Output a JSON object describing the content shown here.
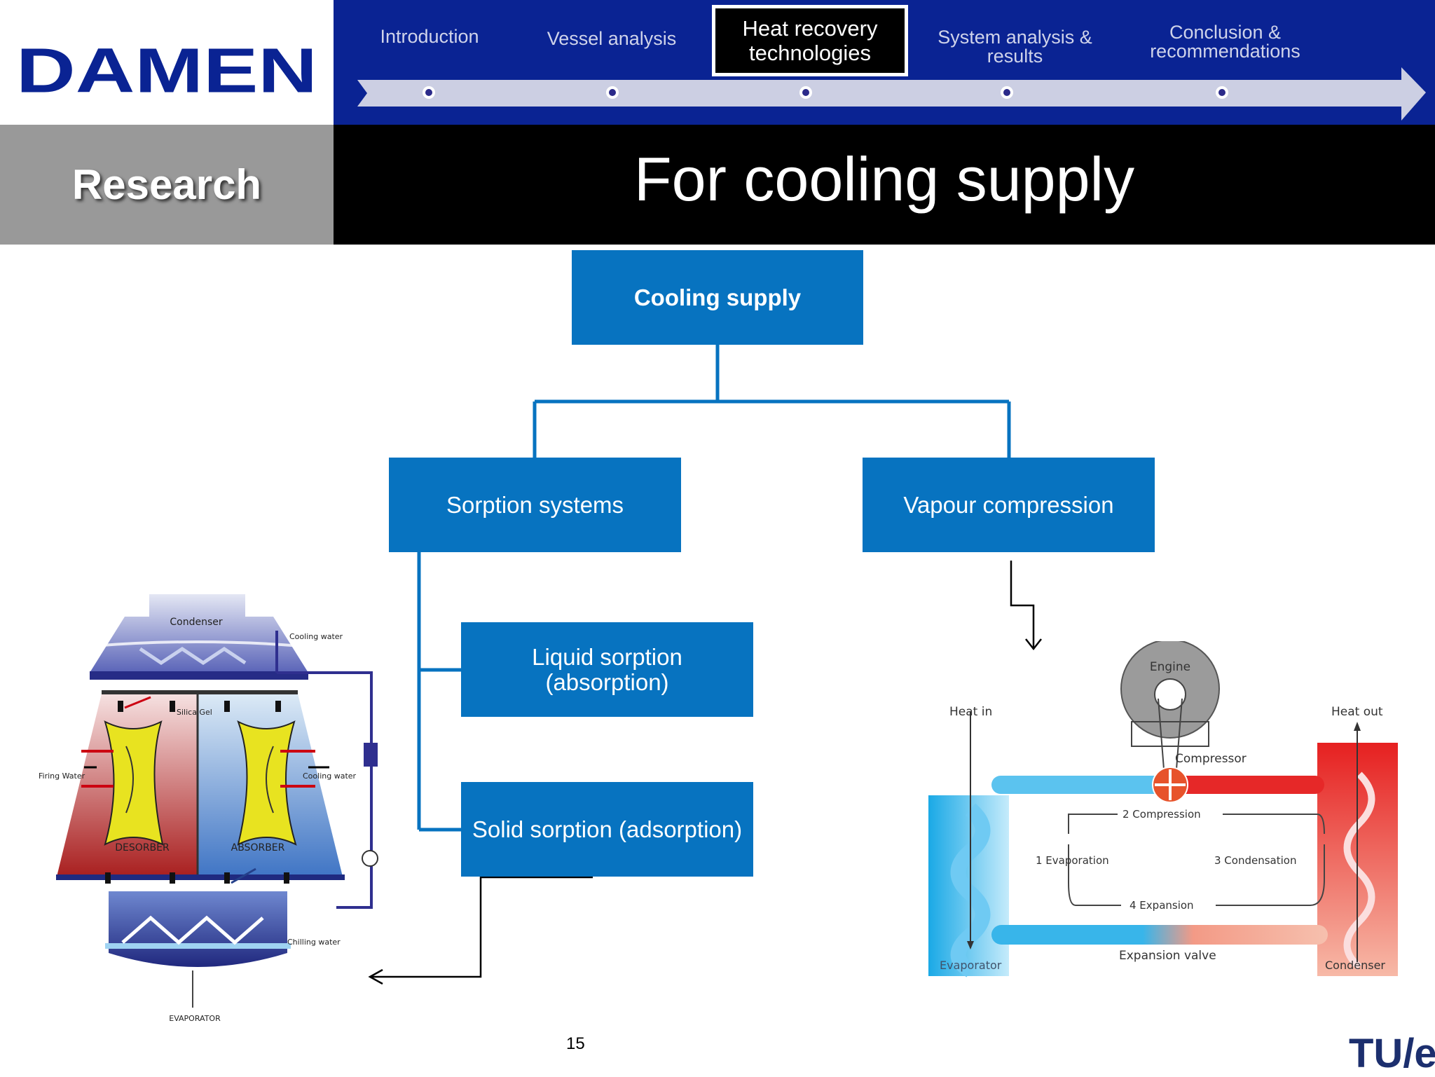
{
  "brand": {
    "logo_text": "DAMEN",
    "primary_color": "#0a2393",
    "node_color": "#0773c0"
  },
  "nav": {
    "items": [
      {
        "label": "Introduction"
      },
      {
        "label": "Vessel analysis"
      },
      {
        "label": "Heat recovery technologies",
        "active": true
      },
      {
        "label": "System analysis & results"
      },
      {
        "label": "Conclusion & recommendations"
      }
    ]
  },
  "section": "Research",
  "title": "For cooling supply",
  "tree": {
    "root": "Cooling supply",
    "left": "Sorption systems",
    "right": "Vapour compression",
    "liquid": "Liquid sorption (absorption)",
    "solid": "Solid sorption (adsorption)"
  },
  "adsorption_figure": {
    "labels": {
      "condenser": "Condenser",
      "cooling_water_top": "Cooling water",
      "silica_gel": "Silica Gel",
      "firing_water": "Firing Water",
      "cooling_water_mid": "Cooling water",
      "desorber": "DESORBER",
      "absorber": "ABSORBER",
      "chilling_water": "Chilling water",
      "evaporator": "EVAPORATOR"
    }
  },
  "vapour_figure": {
    "labels": {
      "engine": "Engine",
      "heat_in": "Heat in",
      "heat_out": "Heat out",
      "compressor": "Compressor",
      "compression": "2 Compression",
      "evaporation": "1 Evaporation",
      "condensation": "3 Condensation",
      "expansion": "4 Expansion",
      "evaporator": "Evaporator",
      "expansion_valve": "Expansion valve",
      "condenser": "Condenser"
    }
  },
  "footer": {
    "page_number": "15",
    "university_logo": "TU/e"
  }
}
